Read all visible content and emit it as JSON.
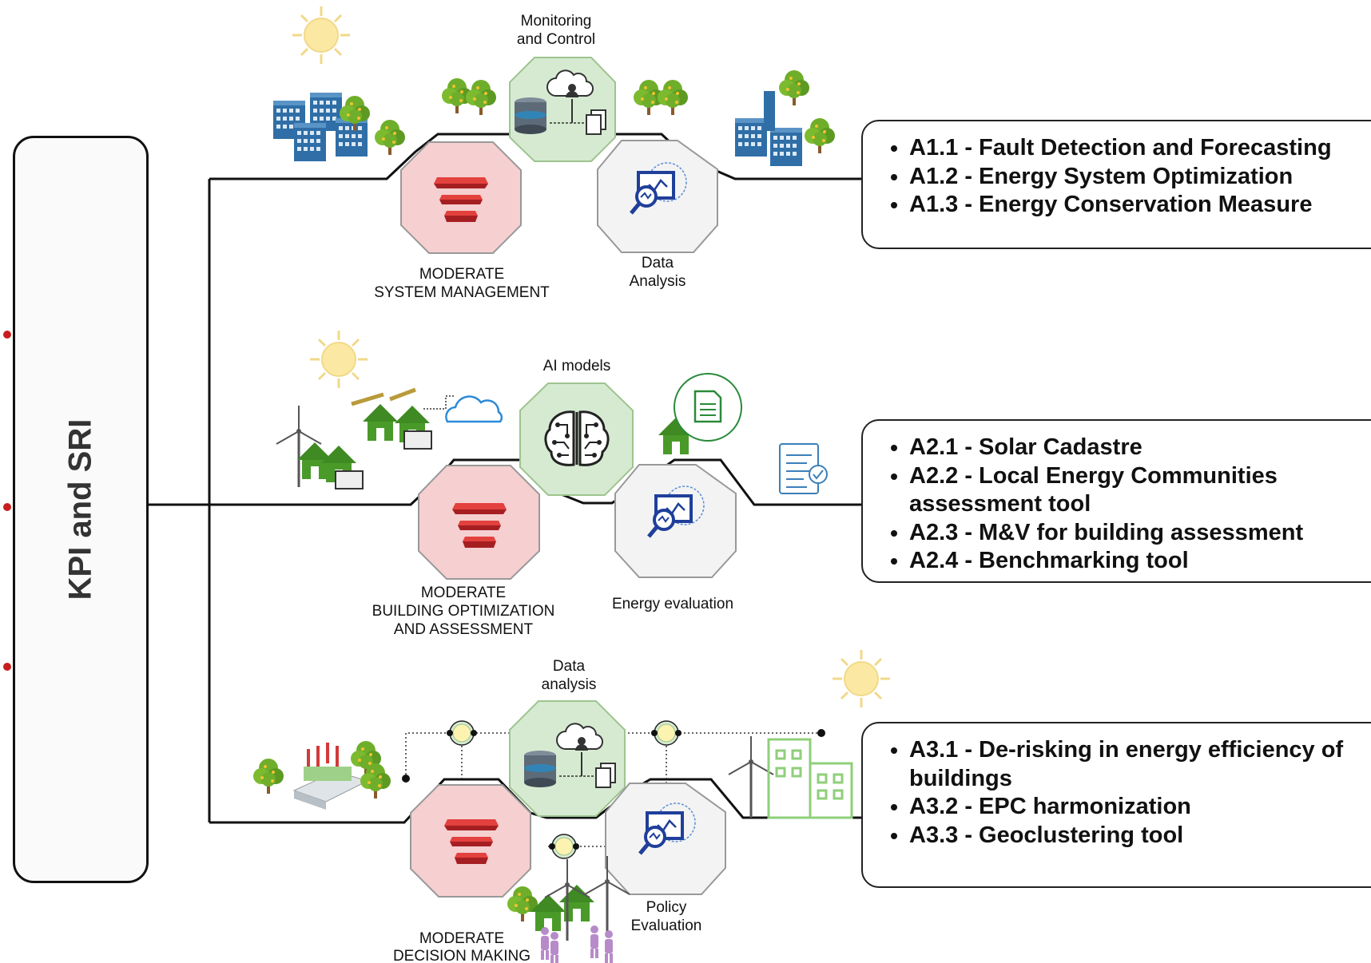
{
  "root": {
    "label": "KPI and SRI"
  },
  "rows": [
    {
      "items": [
        "A1.1 - Fault Detection and Forecasting",
        "A1.2 - Energy System Optimization",
        "A1.3 - Energy Conservation Measure"
      ],
      "labels": {
        "top": [
          "Monitoring",
          "and Control"
        ],
        "left": [
          "MODERATE",
          "SYSTEM MANAGEMENT"
        ],
        "right": [
          "Data",
          "Analysis"
        ]
      }
    },
    {
      "items": [
        "A2.1 - Solar Cadastre",
        "A2.2 - Local Energy Communities assessment tool",
        "A2.3 - M&V for building assessment",
        "A2.4 - Benchmarking tool"
      ],
      "labels": {
        "top": [
          "AI models"
        ],
        "left": [
          "MODERATE",
          "BUILDING OPTIMIZATION",
          "AND ASSESSMENT"
        ],
        "right": [
          "Energy evaluation"
        ]
      }
    },
    {
      "items": [
        "A3.1 - De-risking in energy efficiency of buildings",
        "A3.2 - EPC harmonization",
        "A3.3 - Geoclustering tool"
      ],
      "labels": {
        "top": [
          "Data",
          "analysis"
        ],
        "left": [
          "MODERATE",
          "DECISION MAKING"
        ],
        "right": [
          "Policy",
          "Evaluation"
        ]
      }
    }
  ],
  "colors": {
    "red_octagon": "#f6cfd0",
    "green_octagon": "#d6ead2",
    "grey_octagon": "#f3f3f3",
    "tree_green": "#6fae2a",
    "building_blue": "#2f6ea6",
    "house_green": "#4a9a2a"
  }
}
